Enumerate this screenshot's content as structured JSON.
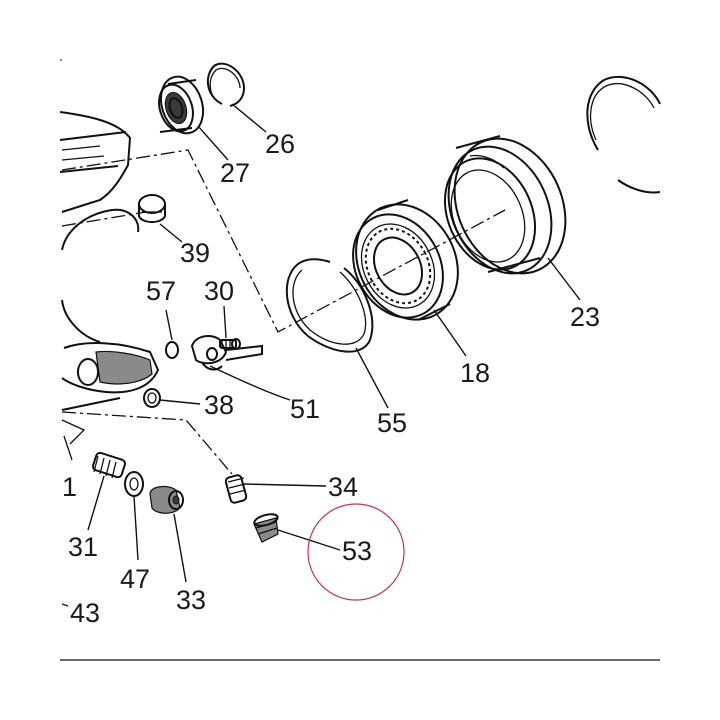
{
  "parts": [
    {
      "id": "p26",
      "number": "26"
    },
    {
      "id": "p27",
      "number": "27"
    },
    {
      "id": "p39",
      "number": "39"
    },
    {
      "id": "p57",
      "number": "57"
    },
    {
      "id": "p30",
      "number": "30"
    },
    {
      "id": "p51",
      "number": "51"
    },
    {
      "id": "p38",
      "number": "38"
    },
    {
      "id": "p55",
      "number": "55"
    },
    {
      "id": "p18",
      "number": "18"
    },
    {
      "id": "p23",
      "number": "23"
    },
    {
      "id": "p34",
      "number": "34"
    },
    {
      "id": "p53",
      "number": "53"
    },
    {
      "id": "p31",
      "number": "31"
    },
    {
      "id": "p47",
      "number": "47"
    },
    {
      "id": "p33",
      "number": "33"
    },
    {
      "id": "p43",
      "number": "43"
    },
    {
      "id": "p1",
      "number": "1"
    }
  ],
  "highlight": {
    "target": "53",
    "color": "#c0394a"
  },
  "colors": {
    "line": "#111111",
    "text": "#1a1a1a",
    "background": "#ffffff"
  }
}
